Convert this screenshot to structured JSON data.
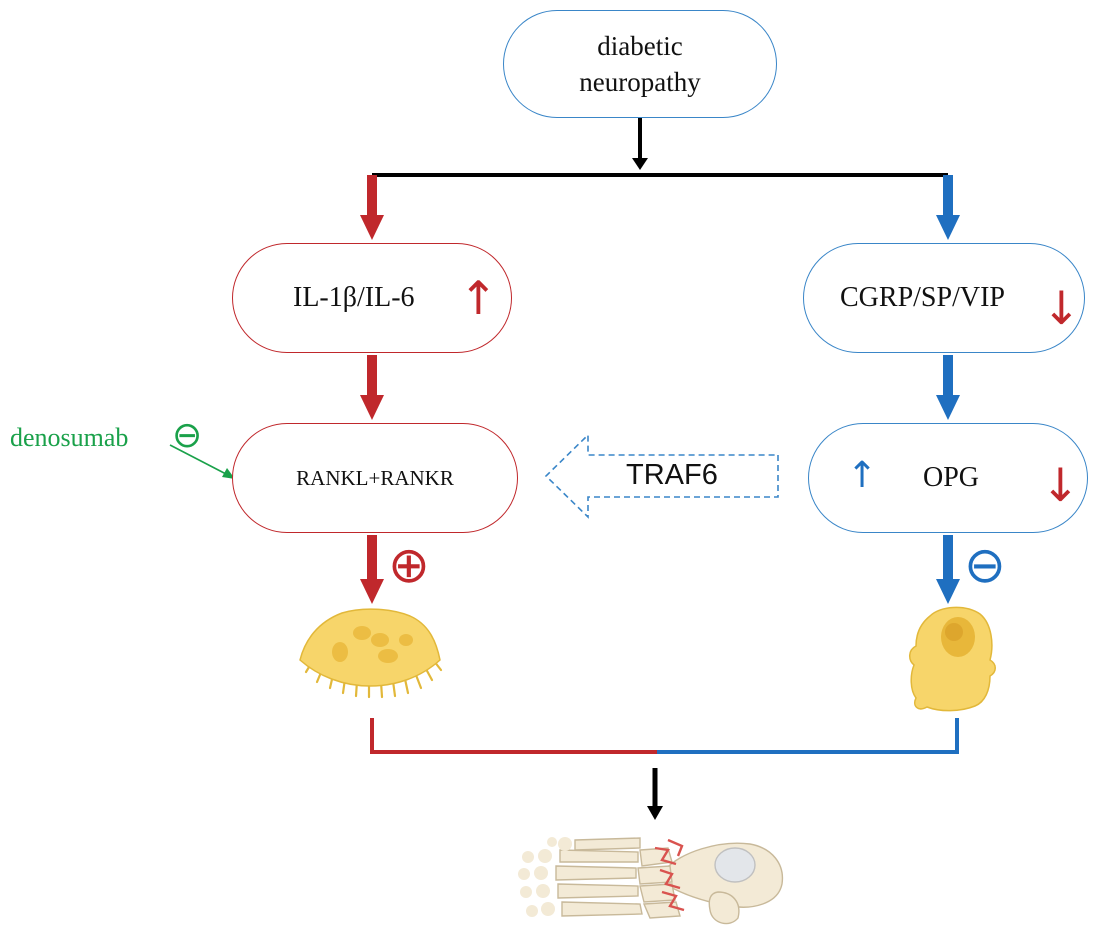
{
  "nodes": {
    "root": {
      "line1": "diabetic",
      "line2": "neuropathy"
    },
    "left_top": {
      "text": "IL-1β/IL-6",
      "arrow": "↑"
    },
    "right_top": {
      "text": "CGRP/SP/VIP",
      "arrow": "↓"
    },
    "left_mid": {
      "text": "RANKL+RANKR"
    },
    "right_mid": {
      "text": "OPG",
      "arrow_left": "↑",
      "arrow_right": "↓"
    }
  },
  "traf6": {
    "label": "TRAF6"
  },
  "denosumab": {
    "label": "denosumab",
    "symbol": "⊖"
  },
  "effects": {
    "promote": "⊕",
    "inhibit": "⊖"
  },
  "icons": [
    "osteoclast-cell-icon",
    "osteoblast-cell-icon",
    "fractured-foot-icon"
  ],
  "colors": {
    "red": "#c0282c",
    "blue": "#1f6fc0",
    "black": "#000000",
    "green": "#1aa14a",
    "bone_fill": "#f7d56a"
  }
}
